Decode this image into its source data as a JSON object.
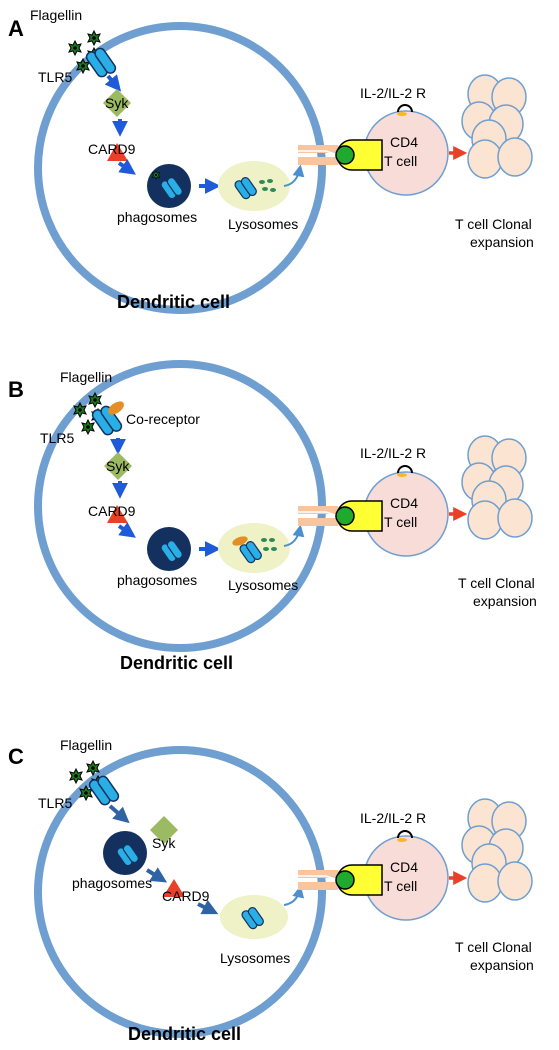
{
  "panels": [
    {
      "letter": "A",
      "flagellin": "Flagellin",
      "tlr5": "TLR5",
      "syk": "Syk",
      "card9": "CARD9",
      "phagosomes": "phagosomes",
      "lysosomes": "Lysosomes",
      "il2": "IL-2/IL-2 R",
      "cd4": "CD4",
      "tcell": "T cell",
      "clonal1": "T cell Clonal",
      "clonal2": "expansion",
      "cell_title": "Dendritic cell"
    },
    {
      "letter": "B",
      "flagellin": "Flagellin",
      "tlr5": "TLR5",
      "coreceptor": "Co-receptor",
      "syk": "Syk",
      "card9": "CARD9",
      "phagosomes": "phagosomes",
      "lysosomes": "Lysosomes",
      "il2": "IL-2/IL-2 R",
      "cd4": "CD4",
      "tcell": "T cell",
      "clonal1": "T cell Clonal",
      "clonal2": "expansion",
      "cell_title": "Dendritic cell"
    },
    {
      "letter": "C",
      "flagellin": "Flagellin",
      "tlr5": "TLR5",
      "syk": "Syk",
      "card9": "CARD9",
      "phagosomes": "phagosomes",
      "lysosomes": "Lysosomes",
      "il2": "IL-2/IL-2 R",
      "cd4": "CD4",
      "tcell": "T cell",
      "clonal1": "T cell Clonal",
      "clonal2": "expansion",
      "cell_title": "Dendritic cell"
    }
  ],
  "colors": {
    "cell_membrane": "#6e9fd0",
    "tlr5": "#29aee5",
    "syk": "#9bba62",
    "card9": "#e8412a",
    "phagosome": "#14305f",
    "lysosome": "#eef2c6",
    "cd4_cell": "#f7dcd8",
    "mhc": "#f9c59f",
    "tcr": "#ffff33",
    "antigen": "#1faa2f",
    "blue_arrow": "#1f5ad8",
    "red_arrow": "#e8412a",
    "clone": "#fce4d3",
    "coreceptor": "#e38f25"
  }
}
